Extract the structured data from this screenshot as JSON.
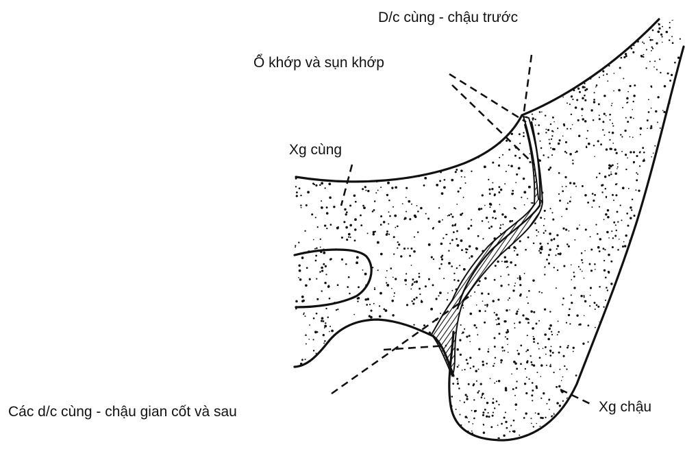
{
  "labels": {
    "anterior_ligament": "D/c cùng - chậu trước",
    "joint_cavity": "Ổ khớp và sụn khớp",
    "sacrum": "Xg cùng",
    "interosseous_posterior_ligaments": "Các d/c cùng - chậu gian cốt và sau",
    "ilium": "Xg chậu"
  }
}
